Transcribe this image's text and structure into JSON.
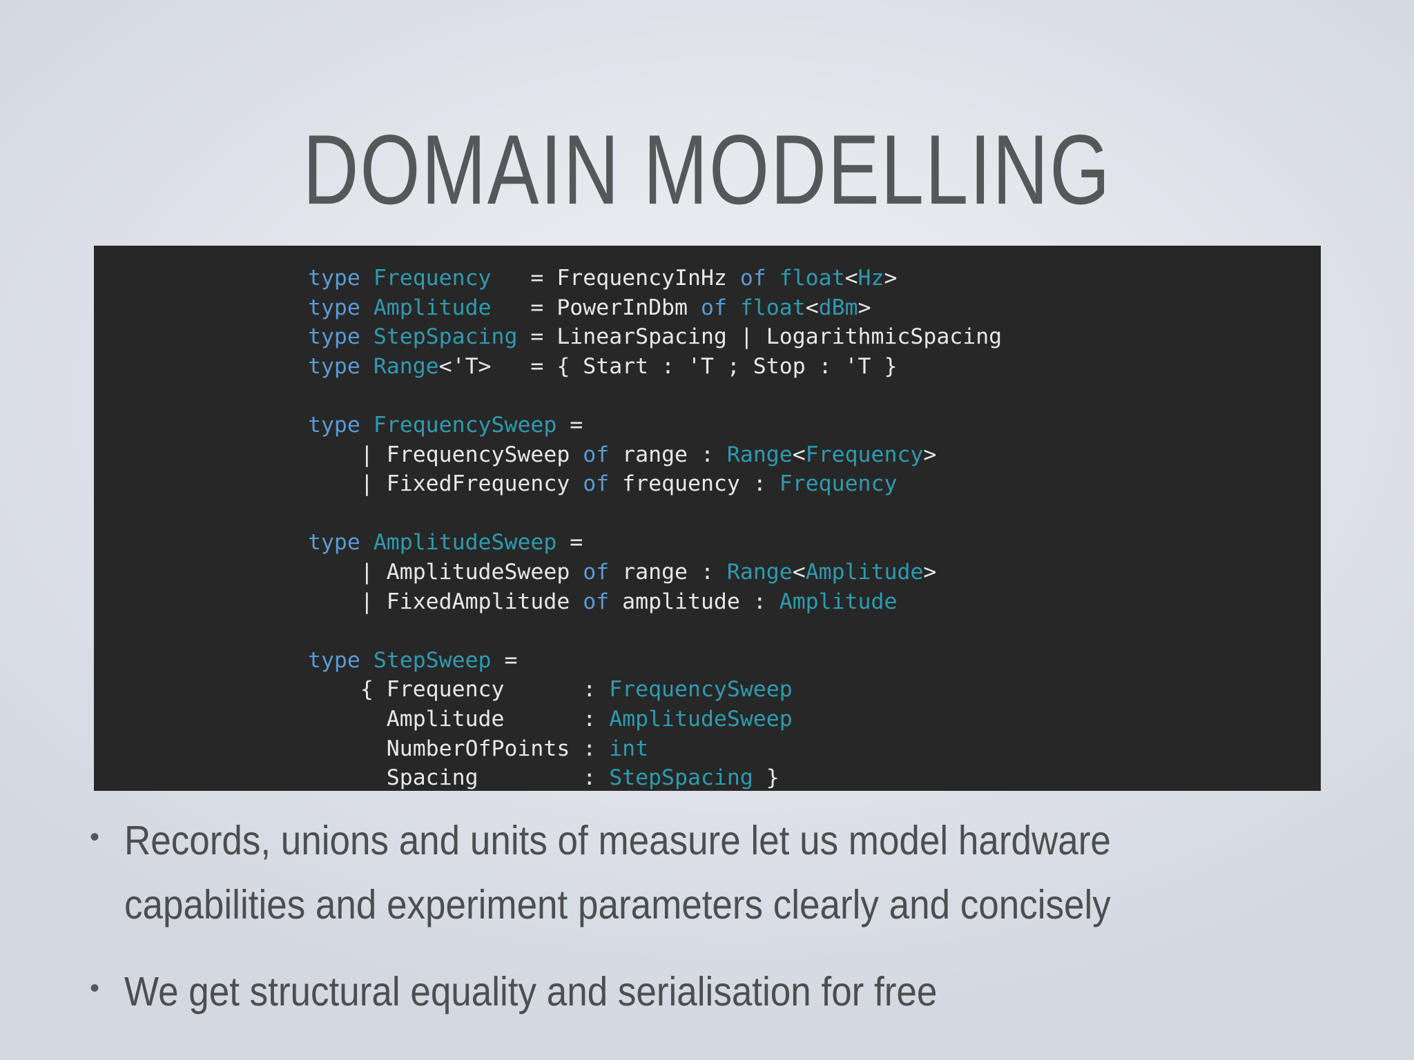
{
  "slide": {
    "title": "DOMAIN MODELLING",
    "background_color": "#e2e5ea",
    "title_color": "#555759"
  },
  "code_block": {
    "background_color": "#272727",
    "colors": {
      "keyword": "#5a9ad6",
      "type": "#2e9bb0",
      "plain": "#e8e8e8"
    },
    "language": "F#",
    "lines": [
      {
        "tokens": [
          {
            "text": "type ",
            "kind": "keyword"
          },
          {
            "text": "Frequency",
            "kind": "type"
          },
          {
            "text": "   = FrequencyInHz ",
            "kind": "plain"
          },
          {
            "text": "of ",
            "kind": "keyword"
          },
          {
            "text": "float",
            "kind": "type"
          },
          {
            "text": "<",
            "kind": "plain"
          },
          {
            "text": "Hz",
            "kind": "type"
          },
          {
            "text": ">",
            "kind": "plain"
          }
        ]
      },
      {
        "tokens": [
          {
            "text": "type ",
            "kind": "keyword"
          },
          {
            "text": "Amplitude",
            "kind": "type"
          },
          {
            "text": "   = PowerInDbm ",
            "kind": "plain"
          },
          {
            "text": "of ",
            "kind": "keyword"
          },
          {
            "text": "float",
            "kind": "type"
          },
          {
            "text": "<",
            "kind": "plain"
          },
          {
            "text": "dBm",
            "kind": "type"
          },
          {
            "text": ">",
            "kind": "plain"
          }
        ]
      },
      {
        "tokens": [
          {
            "text": "type ",
            "kind": "keyword"
          },
          {
            "text": "StepSpacing",
            "kind": "type"
          },
          {
            "text": " = LinearSpacing | LogarithmicSpacing",
            "kind": "plain"
          }
        ]
      },
      {
        "tokens": [
          {
            "text": "type ",
            "kind": "keyword"
          },
          {
            "text": "Range",
            "kind": "type"
          },
          {
            "text": "<'T>",
            "kind": "plain"
          },
          {
            "text": "   = { Start : 'T ; Stop : 'T }",
            "kind": "plain"
          }
        ]
      },
      {
        "tokens": []
      },
      {
        "tokens": [
          {
            "text": "type ",
            "kind": "keyword"
          },
          {
            "text": "FrequencySweep",
            "kind": "type"
          },
          {
            "text": " =",
            "kind": "plain"
          }
        ]
      },
      {
        "tokens": [
          {
            "text": "    | FrequencySweep ",
            "kind": "plain"
          },
          {
            "text": "of ",
            "kind": "keyword"
          },
          {
            "text": "range : ",
            "kind": "plain"
          },
          {
            "text": "Range",
            "kind": "type"
          },
          {
            "text": "<",
            "kind": "plain"
          },
          {
            "text": "Frequency",
            "kind": "type"
          },
          {
            "text": ">",
            "kind": "plain"
          }
        ]
      },
      {
        "tokens": [
          {
            "text": "    | FixedFrequency ",
            "kind": "plain"
          },
          {
            "text": "of ",
            "kind": "keyword"
          },
          {
            "text": "frequency : ",
            "kind": "plain"
          },
          {
            "text": "Frequency",
            "kind": "type"
          }
        ]
      },
      {
        "tokens": []
      },
      {
        "tokens": [
          {
            "text": "type ",
            "kind": "keyword"
          },
          {
            "text": "AmplitudeSweep",
            "kind": "type"
          },
          {
            "text": " =",
            "kind": "plain"
          }
        ]
      },
      {
        "tokens": [
          {
            "text": "    | AmplitudeSweep ",
            "kind": "plain"
          },
          {
            "text": "of ",
            "kind": "keyword"
          },
          {
            "text": "range : ",
            "kind": "plain"
          },
          {
            "text": "Range",
            "kind": "type"
          },
          {
            "text": "<",
            "kind": "plain"
          },
          {
            "text": "Amplitude",
            "kind": "type"
          },
          {
            "text": ">",
            "kind": "plain"
          }
        ]
      },
      {
        "tokens": [
          {
            "text": "    | FixedAmplitude ",
            "kind": "plain"
          },
          {
            "text": "of ",
            "kind": "keyword"
          },
          {
            "text": "amplitude : ",
            "kind": "plain"
          },
          {
            "text": "Amplitude",
            "kind": "type"
          }
        ]
      },
      {
        "tokens": []
      },
      {
        "tokens": [
          {
            "text": "type ",
            "kind": "keyword"
          },
          {
            "text": "StepSweep",
            "kind": "type"
          },
          {
            "text": " =",
            "kind": "plain"
          }
        ]
      },
      {
        "tokens": [
          {
            "text": "    { Frequency      : ",
            "kind": "plain"
          },
          {
            "text": "FrequencySweep",
            "kind": "type"
          }
        ]
      },
      {
        "tokens": [
          {
            "text": "      Amplitude      : ",
            "kind": "plain"
          },
          {
            "text": "AmplitudeSweep",
            "kind": "type"
          }
        ]
      },
      {
        "tokens": [
          {
            "text": "      NumberOfPoints : ",
            "kind": "plain"
          },
          {
            "text": "int",
            "kind": "type"
          }
        ]
      },
      {
        "tokens": [
          {
            "text": "      Spacing        : ",
            "kind": "plain"
          },
          {
            "text": "StepSpacing",
            "kind": "type"
          },
          {
            "text": " }",
            "kind": "plain"
          }
        ]
      }
    ]
  },
  "bullets": {
    "marker": "•",
    "items": [
      "Records, unions and units of measure let us model hardware capabilities and experiment parameters clearly and concisely",
      "We get structural equality and serialisation for free"
    ]
  }
}
